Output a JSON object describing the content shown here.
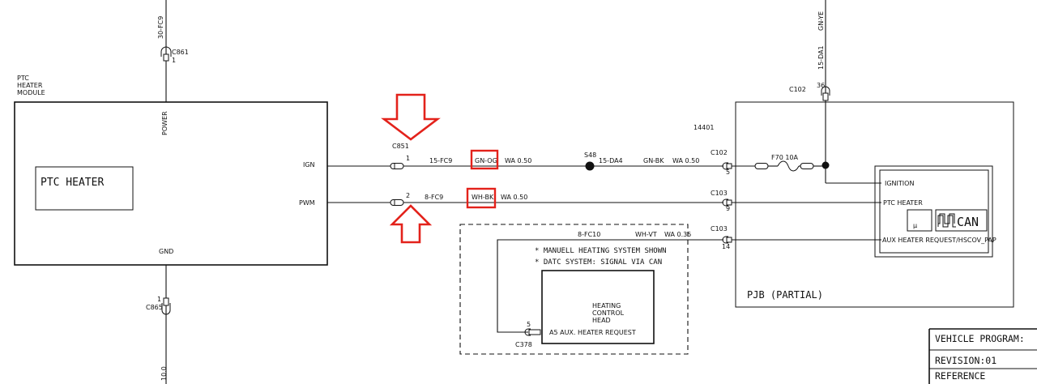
{
  "module": {
    "caption_line1": "PTC",
    "caption_line2": "HEATER",
    "caption_line3": "MODULE",
    "inner_label": "PTC HEATER",
    "pin_power": "POWER",
    "pin_ign": "IGN",
    "pin_pwm": "PWM",
    "pin_gnd": "GND"
  },
  "top_feed": {
    "circuit": "30-FC9",
    "connector": "C861",
    "pin": "1"
  },
  "bottom_ground": {
    "connector": "C865",
    "pin": "1",
    "size": "10.0"
  },
  "ign_wire": {
    "connector": "C851",
    "pin": "1",
    "circuit": "15-FC9",
    "color": "GN-OG",
    "spec": "WA  0.50",
    "splice": "S48",
    "circuit2": "15-DA4",
    "color2": "GN-BK",
    "spec2": "WA  0.50",
    "dest_connector": "C102",
    "dest_pin": "5"
  },
  "pwm_wire": {
    "pin": "2",
    "circuit": "8-FC9",
    "color": "WH-BK",
    "spec": "WA  0.50",
    "dest_connector": "C103",
    "dest_pin": "9"
  },
  "datc": {
    "circuit": "8-FC10",
    "color": "WH-VT",
    "spec": "WA  0.35",
    "dest_connector": "C103",
    "dest_pin": "14",
    "note1": "* MANUELL HEATING SYSTEM SHOWN",
    "note2": "* DATC SYSTEM: SIGNAL VIA CAN",
    "head_line1": "HEATING",
    "head_line2": "CONTROL",
    "head_line3": "HEAD",
    "head_connector": "C378",
    "head_pin": "5",
    "head_signal": "A5 AUX. HEATER REQUEST"
  },
  "pjb": {
    "part_number": "14401",
    "label": "PJB  (PARTIAL)",
    "top_connector": "C102",
    "top_pin": "36",
    "top_circuit": "15-DA1",
    "top_color": "GN-YE",
    "fuse_label": "F70 10A",
    "inputs": [
      "IGNITION",
      "PTC HEATER",
      "AUX HEATER REQUEST/HSCOV_PAP"
    ],
    "micro_symbol": "µ",
    "can_label": "CAN"
  },
  "title_block": {
    "row1": "VEHICLE PROGRAM:",
    "row2": "REVISION:01",
    "row3": "REFERENCE"
  },
  "colors": {
    "highlight": "#e3221b",
    "ink": "#111111"
  }
}
